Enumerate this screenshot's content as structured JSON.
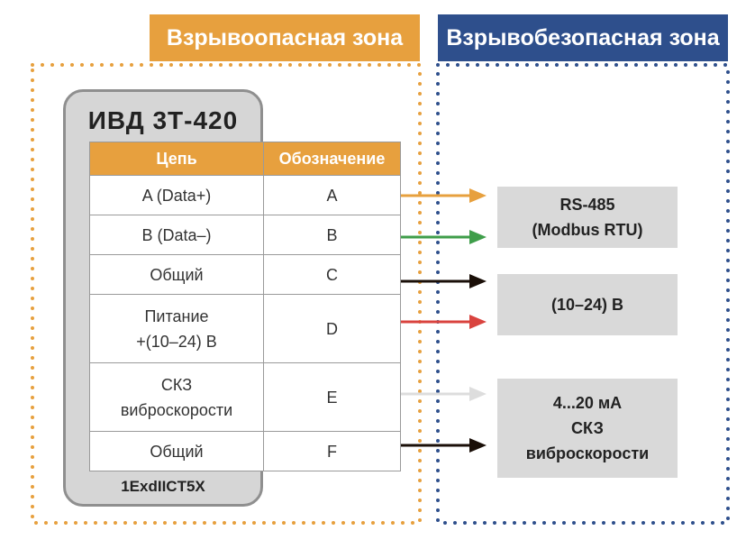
{
  "zones": {
    "hazard_label": "Взрывоопасная зона",
    "safe_label": "Взрывобезопасная зона",
    "hazard_color": "#e7a03e",
    "safe_color": "#2e4f8c"
  },
  "device": {
    "title": "ИВД 3Т-420",
    "marking": "1ExdIICT5X"
  },
  "table": {
    "headers": [
      "Цепь",
      "Обозначение"
    ],
    "rows": [
      {
        "name": [
          "A (Data+)"
        ],
        "code": "A",
        "line_color": "#e7a03e"
      },
      {
        "name": [
          "B (Data–)"
        ],
        "code": "B",
        "line_color": "#3f9e4a"
      },
      {
        "name": [
          "Общий"
        ],
        "code": "C",
        "line_color": "#1a0f08"
      },
      {
        "name": [
          "Питание",
          "+(10–24) В"
        ],
        "code": "D",
        "line_color": "#d9433e"
      },
      {
        "name": [
          "СКЗ",
          "виброскорости"
        ],
        "code": "E",
        "line_color": "#dddddd"
      },
      {
        "name": [
          "Общий"
        ],
        "code": "F",
        "line_color": "#1a0f08"
      }
    ]
  },
  "destinations": [
    {
      "lines": [
        "RS-485",
        "(Modbus RTU)"
      ]
    },
    {
      "lines": [
        "(10–24) В"
      ]
    },
    {
      "lines": [
        "4...20 мА",
        "СКЗ",
        "виброскорости"
      ]
    }
  ]
}
